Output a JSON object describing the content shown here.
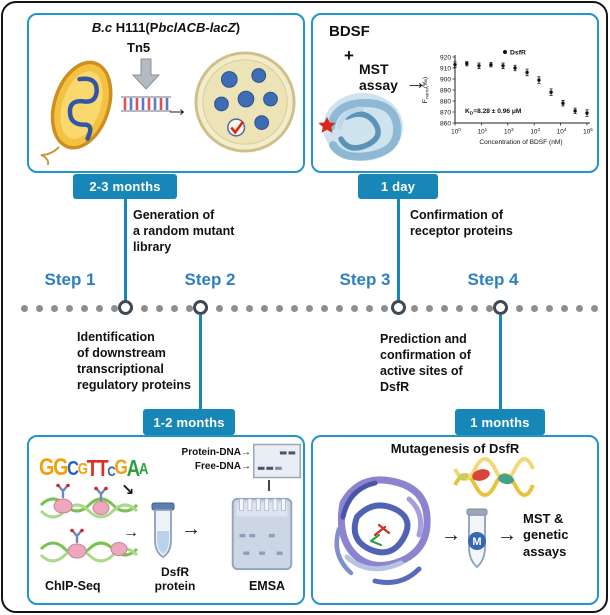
{
  "icons": {
    "arrow_right": "→",
    "arrow_down_right": "↘"
  },
  "colors": {
    "accent_blue": "#1787b8",
    "panel_border": "#2196c9",
    "step_text": "#2e7fc2",
    "dot_gray": "#8e8e8e"
  },
  "panel_mutant_library": {
    "title_species": "B.c",
    "title_mid": " H111(P",
    "title_gene": "bclACB-lacZ",
    "title_end": ")",
    "tn5_label": "Tn5",
    "badge": "2-3 months"
  },
  "panel_mst": {
    "bdsf": "BDSF",
    "plus": "+",
    "mst_assay": "MST\nassay",
    "badge": "1 day"
  },
  "chart_data": {
    "type": "scatter",
    "legend": [
      "DsfR"
    ],
    "ylabel": "Fnorm(‰)",
    "ylabel_main": "F",
    "ylabel_sub": "norm",
    "ylabel_rest": "(‰)",
    "xlabel": "Concentration of BDSF (nM)",
    "yticks": [
      920,
      910,
      900,
      890,
      880,
      870,
      860
    ],
    "ylim": [
      860,
      920
    ],
    "xticks_exponents": [
      0,
      1,
      2,
      3,
      4,
      5
    ],
    "kd_prefix": "K",
    "kd_sub": "D",
    "kd_rest": "=8.28 ± 0.96 μM",
    "x_nM": [
      1,
      2.8,
      8.1,
      23,
      66,
      188,
      537,
      1514,
      4365,
      12300,
      35500,
      100000
    ],
    "y_fnorm": [
      913,
      914,
      912,
      913,
      912,
      910,
      906,
      899,
      888,
      878,
      871,
      869
    ],
    "y_err": [
      2.5,
      2,
      2.5,
      2,
      2.5,
      2.5,
      3,
      3,
      3,
      2.5,
      2.5,
      3
    ]
  },
  "timeline": {
    "steps": [
      "Step 1",
      "Step 2",
      "Step 3",
      "Step 4"
    ],
    "ann_generation": "Generation of\na random mutant\nlibrary",
    "ann_confirmation": "Confirmation of\nreceptor proteins",
    "ann_identification": "Identification\nof downstream\ntranscriptional\nregulatory proteins",
    "ann_prediction": "Prediction and\nconfirmation of\nactive sites of\nDsfR"
  },
  "panel_chipseq": {
    "badge": "1-2 months",
    "logo": [
      {
        "ch": "G",
        "color": "#f2a10e",
        "size": 24
      },
      {
        "ch": "G",
        "color": "#f2a10e",
        "size": 24
      },
      {
        "ch": "C",
        "color": "#2b5fc2",
        "size": 20
      },
      {
        "ch": "G",
        "color": "#f2a10e",
        "size": 16
      },
      {
        "ch": "T",
        "color": "#d92f24",
        "size": 23
      },
      {
        "ch": "T",
        "color": "#d92f24",
        "size": 23
      },
      {
        "ch": "C",
        "color": "#2b5fc2",
        "size": 14
      },
      {
        "ch": "G",
        "color": "#f2a10e",
        "size": 21
      },
      {
        "ch": "A",
        "color": "#2f9e43",
        "size": 23
      },
      {
        "ch": "A",
        "color": "#2f9e43",
        "size": 16
      }
    ],
    "label_protein_dna": "Protein-DNA",
    "label_free_dna": "Free-DNA",
    "label_chipseq": "ChIP-Seq",
    "label_dsfr_protein": "DsfR\nprotein",
    "label_emsa": "EMSA"
  },
  "panel_mutagenesis": {
    "badge": "1 months",
    "title": "Mutagenesis of DsfR",
    "tube_letter": "M",
    "label_assays": "MST &\ngenetic\nassays"
  }
}
